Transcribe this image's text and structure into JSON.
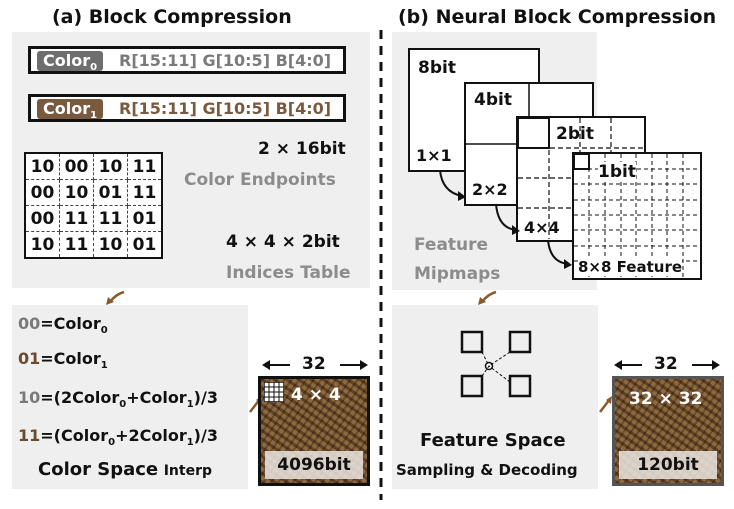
{
  "left": {
    "title": "(a) Block Compression",
    "color0_label": "Color",
    "color0_sub": "0",
    "color1_label": "Color",
    "color1_sub": "1",
    "rgb_format": "R[15:11] G[10:5] B[4:0]",
    "endpoints_size": "2 × 16bit",
    "endpoints_caption": "Color Endpoints",
    "indices_size": "4 × 4 × 2bit",
    "indices_caption": "Indices Table",
    "indices": [
      [
        "10",
        "00",
        "10",
        "11"
      ],
      [
        "00",
        "10",
        "01",
        "11"
      ],
      [
        "00",
        "11",
        "11",
        "01"
      ],
      [
        "10",
        "11",
        "10",
        "01"
      ]
    ],
    "formulas": [
      {
        "code": "00",
        "rhs": "=Color",
        "sub": "0",
        "tail": ""
      },
      {
        "code": "01",
        "rhs": "=Color",
        "sub": "1",
        "tail": ""
      },
      {
        "code": "10",
        "rhs": "=(2Color",
        "sub": "0",
        "tail": "+Color",
        "sub2": "1",
        "end": ")/3"
      },
      {
        "code": "11",
        "rhs": "=(Color",
        "sub": "0",
        "tail": "+2Color",
        "sub2": "1",
        "end": ")/3"
      }
    ],
    "interp_title": "Color Space",
    "interp_suffix": "Interp",
    "tex_width": "32",
    "tex_block": "4 × 4",
    "tex_bits": "4096bit"
  },
  "right": {
    "title": "(b) Neural Block Compression",
    "mip_bits": [
      "8bit",
      "4bit",
      "2bit",
      "1bit"
    ],
    "mip_res": [
      "1×1",
      "2×2",
      "4×4",
      "8×8 Feature"
    ],
    "mip_caption_1": "Feature",
    "mip_caption_2": "Mipmaps",
    "feature_title": "Feature Space",
    "feature_sub": "Sampling & Decoding",
    "tex_width": "32",
    "tex_block": "32 × 32",
    "tex_bits": "120bit"
  },
  "colors": {
    "color0_chip": "#6e6e6e",
    "color1_chip": "#7a5a3f",
    "grey_text": "#8c8c8c",
    "code00": "#7a7a7a",
    "code01": "#6b4a2e",
    "panel": "#efefef"
  }
}
